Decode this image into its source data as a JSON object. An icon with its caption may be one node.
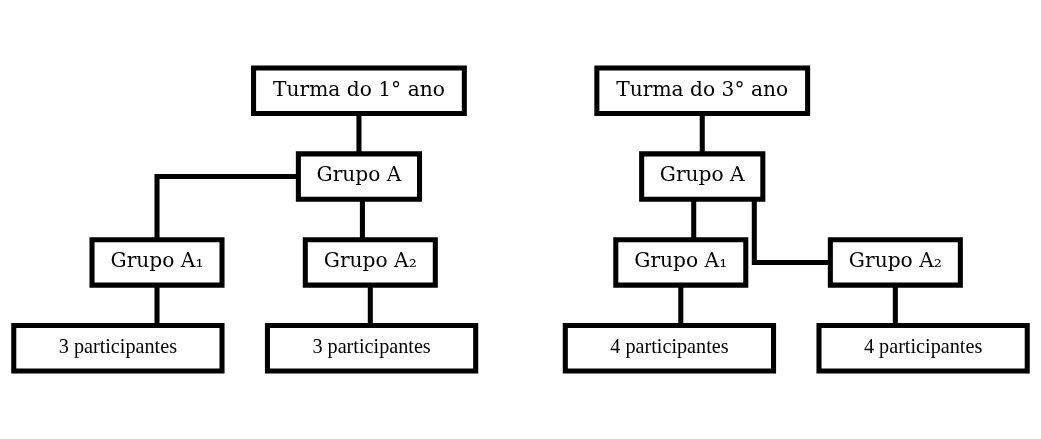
{
  "diagram": {
    "nodes": [
      {
        "text": [
          "Turma do 1° ano"
        ]
      },
      {
        "text": [
          "Grupo A"
        ]
      },
      {
        "text": [
          "Grupo A₁"
        ]
      },
      {
        "text": [
          "Grupo A₂"
        ]
      },
      {
        "text": [
          "3 participantes"
        ]
      },
      {
        "text": [
          "3 participantes"
        ]
      },
      {
        "text": [
          "Turma do 3° ano"
        ]
      },
      {
        "text": [
          "Grupo A"
        ]
      },
      {
        "text": [
          "Grupo A₁"
        ]
      },
      {
        "text": [
          "Grupo A₂"
        ]
      },
      {
        "text": [
          "4 participantes"
        ]
      },
      {
        "text": [
          "4 participantes"
        ]
      }
    ],
    "edges": [
      {
        "from": 0,
        "to": 1,
        "arrow": "none"
      },
      {
        "from": 1,
        "to": 2,
        "arrow": "none"
      },
      {
        "from": 1,
        "to": 3,
        "arrow": "none"
      },
      {
        "from": 2,
        "to": 4,
        "arrow": "none"
      },
      {
        "from": 3,
        "to": 5,
        "arrow": "none"
      },
      {
        "from": 6,
        "to": 7,
        "arrow": "none"
      },
      {
        "from": 7,
        "to": 8,
        "arrow": "none"
      },
      {
        "from": 7,
        "to": 9,
        "arrow": "none"
      },
      {
        "from": 8,
        "to": 10,
        "arrow": "none"
      },
      {
        "from": 9,
        "to": 11,
        "arrow": "none"
      }
    ]
  }
}
